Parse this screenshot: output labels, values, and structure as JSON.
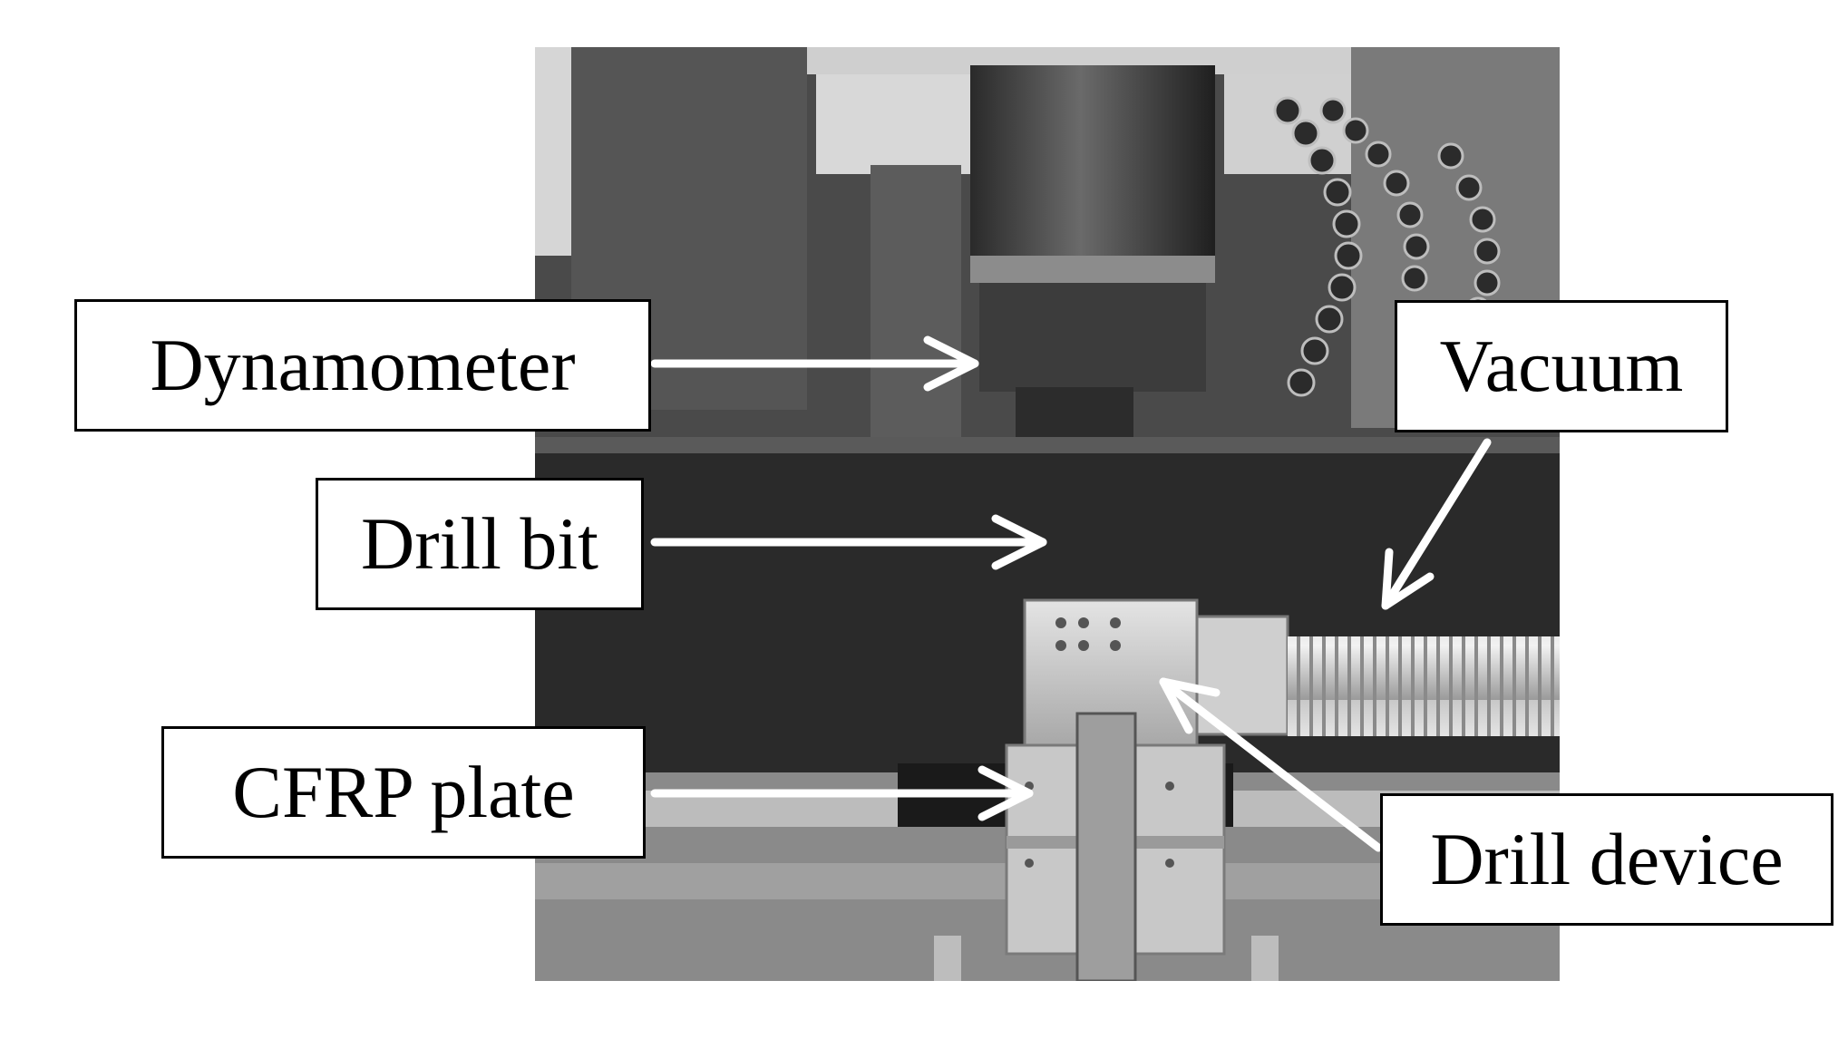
{
  "labels": {
    "dynamometer": "Dynamometer",
    "drill_bit": "Drill bit",
    "cfrp_plate": "CFRP plate",
    "vacuum": "Vacuum",
    "drill_device": "Drill device"
  },
  "colors": {
    "label_border": "#000000",
    "label_background": "#ffffff",
    "arrow": "#ffffff",
    "photo_grayscale_dark": "#1e1e1e",
    "photo_grayscale_light": "#d9d9d9"
  }
}
